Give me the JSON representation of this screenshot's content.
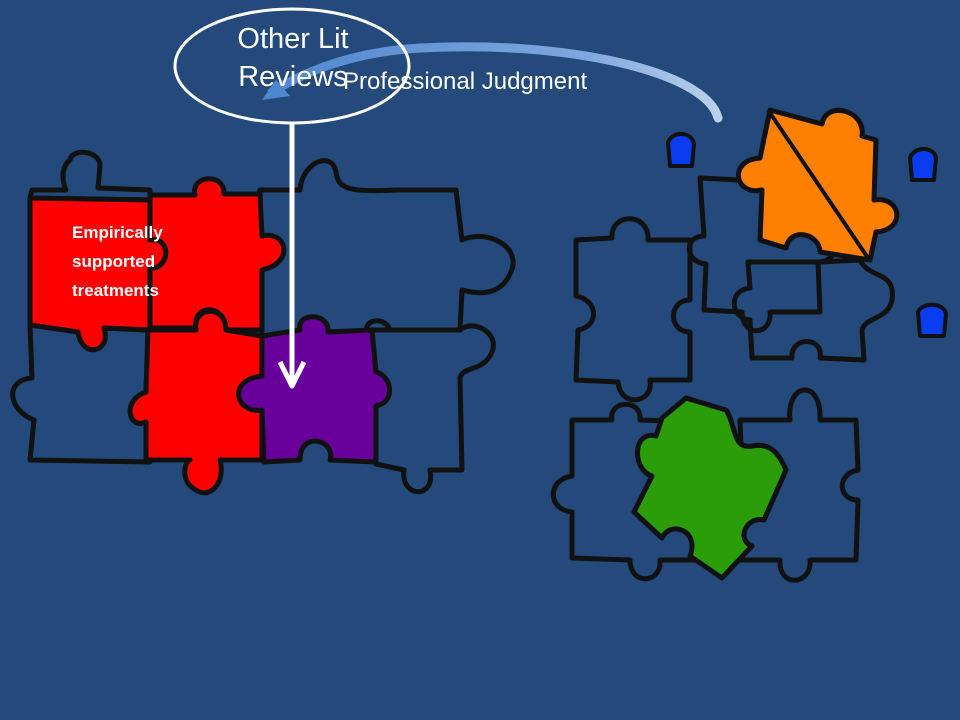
{
  "slide": {
    "oval_label_line1": "Other Lit",
    "oval_label_line2": "Reviews",
    "arc_label": "Professional Judgment",
    "red_label_lines": [
      "Empirically",
      "supported",
      "treatments"
    ]
  },
  "colors": {
    "background": "#234a7b",
    "outline": "#111111",
    "red_piece": "#ff0000",
    "purple_piece": "#6a009c",
    "orange_piece": "#ff8000",
    "green_piece": "#2a9d08",
    "blue_piece": "#0a3df0",
    "arrow": "#ffffff",
    "arc_arrow": "#5b8fd4"
  },
  "icons": [
    "puzzle-piece-icon",
    "arrow-down-icon",
    "curved-arrow-icon"
  ]
}
